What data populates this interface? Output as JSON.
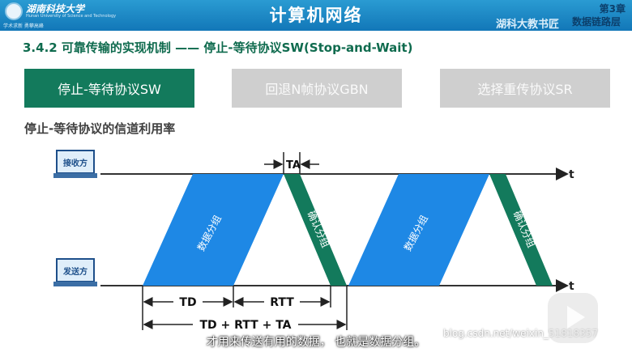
{
  "header": {
    "logo_text": "湖南科技大学",
    "logo_sub": "Hunan University of Science and Technology",
    "logo_motto": "学术求新  勇攀高峰",
    "title": "计算机网络",
    "chapter": "第3章",
    "chapter_sub": "数据链路层",
    "watermark": "湖科大教书匠"
  },
  "heading": "3.4.2 可靠传输的实现机制 —— 停止-等待协议SW(Stop-and-Wait)",
  "tabs": [
    {
      "label": "停止-等待协议SW",
      "active": true
    },
    {
      "label": "回退N帧协议GBN",
      "active": false
    },
    {
      "label": "选择重传协议SR",
      "active": false
    }
  ],
  "subtitle": "停止-等待协议的信道利用率",
  "diagram": {
    "receiver_label": "接收方",
    "sender_label": "发送方",
    "time_label": "t",
    "data_label": "数据分组",
    "ack_label": "确认分组",
    "ta_label": "TA",
    "td_label": "TD",
    "rtt_label": "RTT",
    "total_label": "TD + RTT + TA",
    "colors": {
      "data": "#1e88e5",
      "ack": "#137a5c"
    }
  },
  "caption": "才用来传送有用的数据， 也就是数据分组。",
  "url_text": "blog.csdn.net/weixin_51818357"
}
